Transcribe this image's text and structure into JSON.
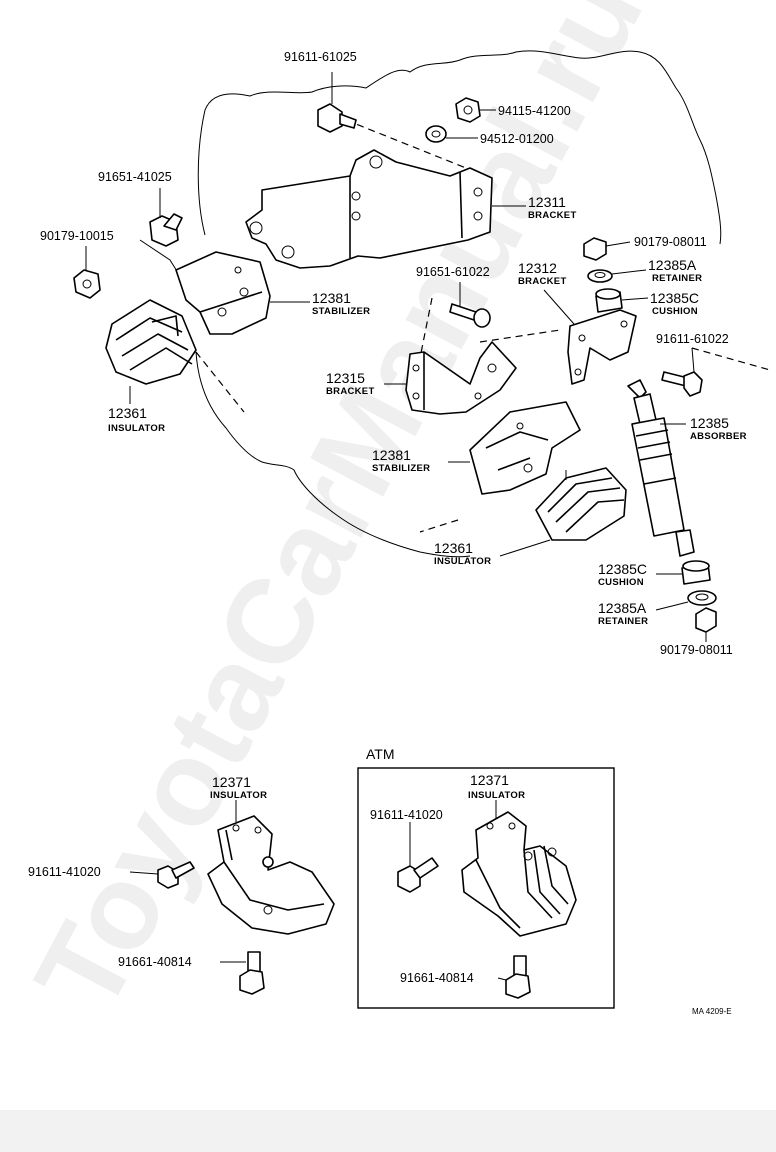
{
  "watermark": "ToyotaCarManual.ru",
  "figure_code": "MA 4209-E",
  "atm_label": "ATM",
  "callouts": {
    "c91611_61025": {
      "part": "91611-61025"
    },
    "c94115": {
      "part": "94115-41200"
    },
    "c94512": {
      "part": "94512-01200"
    },
    "c91651_41025": {
      "part": "91651-41025"
    },
    "c90179_10015": {
      "part": "90179-10015"
    },
    "c12311": {
      "part": "12311",
      "name": "BRACKET"
    },
    "c90179_08011_top": {
      "part": "90179-08011"
    },
    "c12385A_top": {
      "part": "12385A",
      "name": "RETAINER"
    },
    "c12312": {
      "part": "12312",
      "name": "BRACKET"
    },
    "c12385C_top": {
      "part": "12385C",
      "name": "CUSHION"
    },
    "c91651_61022": {
      "part": "91651-61022"
    },
    "c12381_top": {
      "part": "12381",
      "name": "STABILIZER"
    },
    "c91611_61022": {
      "part": "91611-61022"
    },
    "c12361_left": {
      "part": "12361",
      "name": "INSULATOR"
    },
    "c12315": {
      "part": "12315",
      "name": "BRACKET"
    },
    "c12385": {
      "part": "12385",
      "name": "ABSORBER"
    },
    "c12381_mid": {
      "part": "12381",
      "name": "STABILIZER"
    },
    "c12361_mid": {
      "part": "12361",
      "name": "INSULATOR"
    },
    "c12385C_bot": {
      "part": "12385C",
      "name": "CUSHION"
    },
    "c12385A_bot": {
      "part": "12385A",
      "name": "RETAINER"
    },
    "c90179_08011_bot": {
      "part": "90179-08011"
    },
    "c12371_mt": {
      "part": "12371",
      "name": "INSULATOR"
    },
    "c91611_41020_mt": {
      "part": "91611-41020"
    },
    "c91661_40814_mt": {
      "part": "91661-40814"
    },
    "c12371_atm": {
      "part": "12371",
      "name": "INSULATOR"
    },
    "c91611_41020_atm": {
      "part": "91611-41020"
    },
    "c91661_40814_atm": {
      "part": "91661-40814"
    }
  }
}
